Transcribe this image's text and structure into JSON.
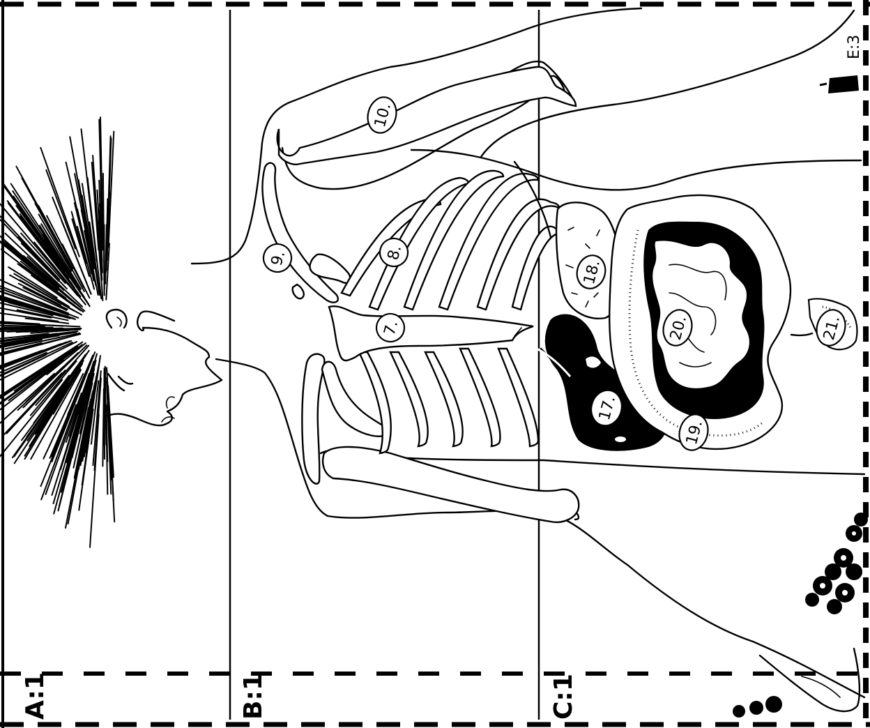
{
  "panels": [
    {
      "id": "A",
      "label": "A:1"
    },
    {
      "id": "B",
      "label": "B:1"
    },
    {
      "id": "C",
      "label": "C:1"
    }
  ],
  "organ_labels": [
    {
      "id": "clavicle",
      "text": "9."
    },
    {
      "id": "humerus",
      "text": "10."
    },
    {
      "id": "sternum",
      "text": "7."
    },
    {
      "id": "ribs",
      "text": "8."
    },
    {
      "id": "stomach",
      "text": "18."
    },
    {
      "id": "liver",
      "text": "17."
    },
    {
      "id": "colon",
      "text": "19."
    },
    {
      "id": "small-intestine",
      "text": "20."
    },
    {
      "id": "bladder",
      "text": "21."
    }
  ],
  "corner_label": "E:3",
  "colors": {
    "ink": "#000000",
    "paper": "#ffffff"
  }
}
